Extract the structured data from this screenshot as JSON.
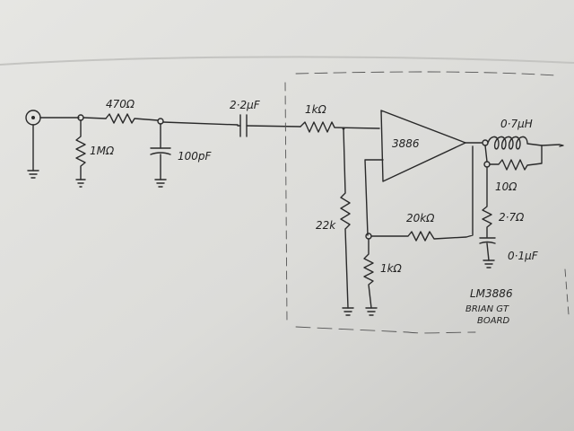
{
  "labels": {
    "r_in_series": "470Ω",
    "r_in_shunt": "1MΩ",
    "c_filter": "100pF",
    "c_coupling": "2·2μF",
    "r_input": "1kΩ",
    "r_bias_top": "22k",
    "r_feedback": "20kΩ",
    "r_ground_leg": "1kΩ",
    "amp": "3886",
    "l_out": "0·7μH",
    "r_out_parallel": "10Ω",
    "r_zobel": "2·7Ω",
    "c_zobel": "0·1μF"
  },
  "title": {
    "line1": "LM3886",
    "line2": "BRIAN GT",
    "line3": "BOARD"
  }
}
